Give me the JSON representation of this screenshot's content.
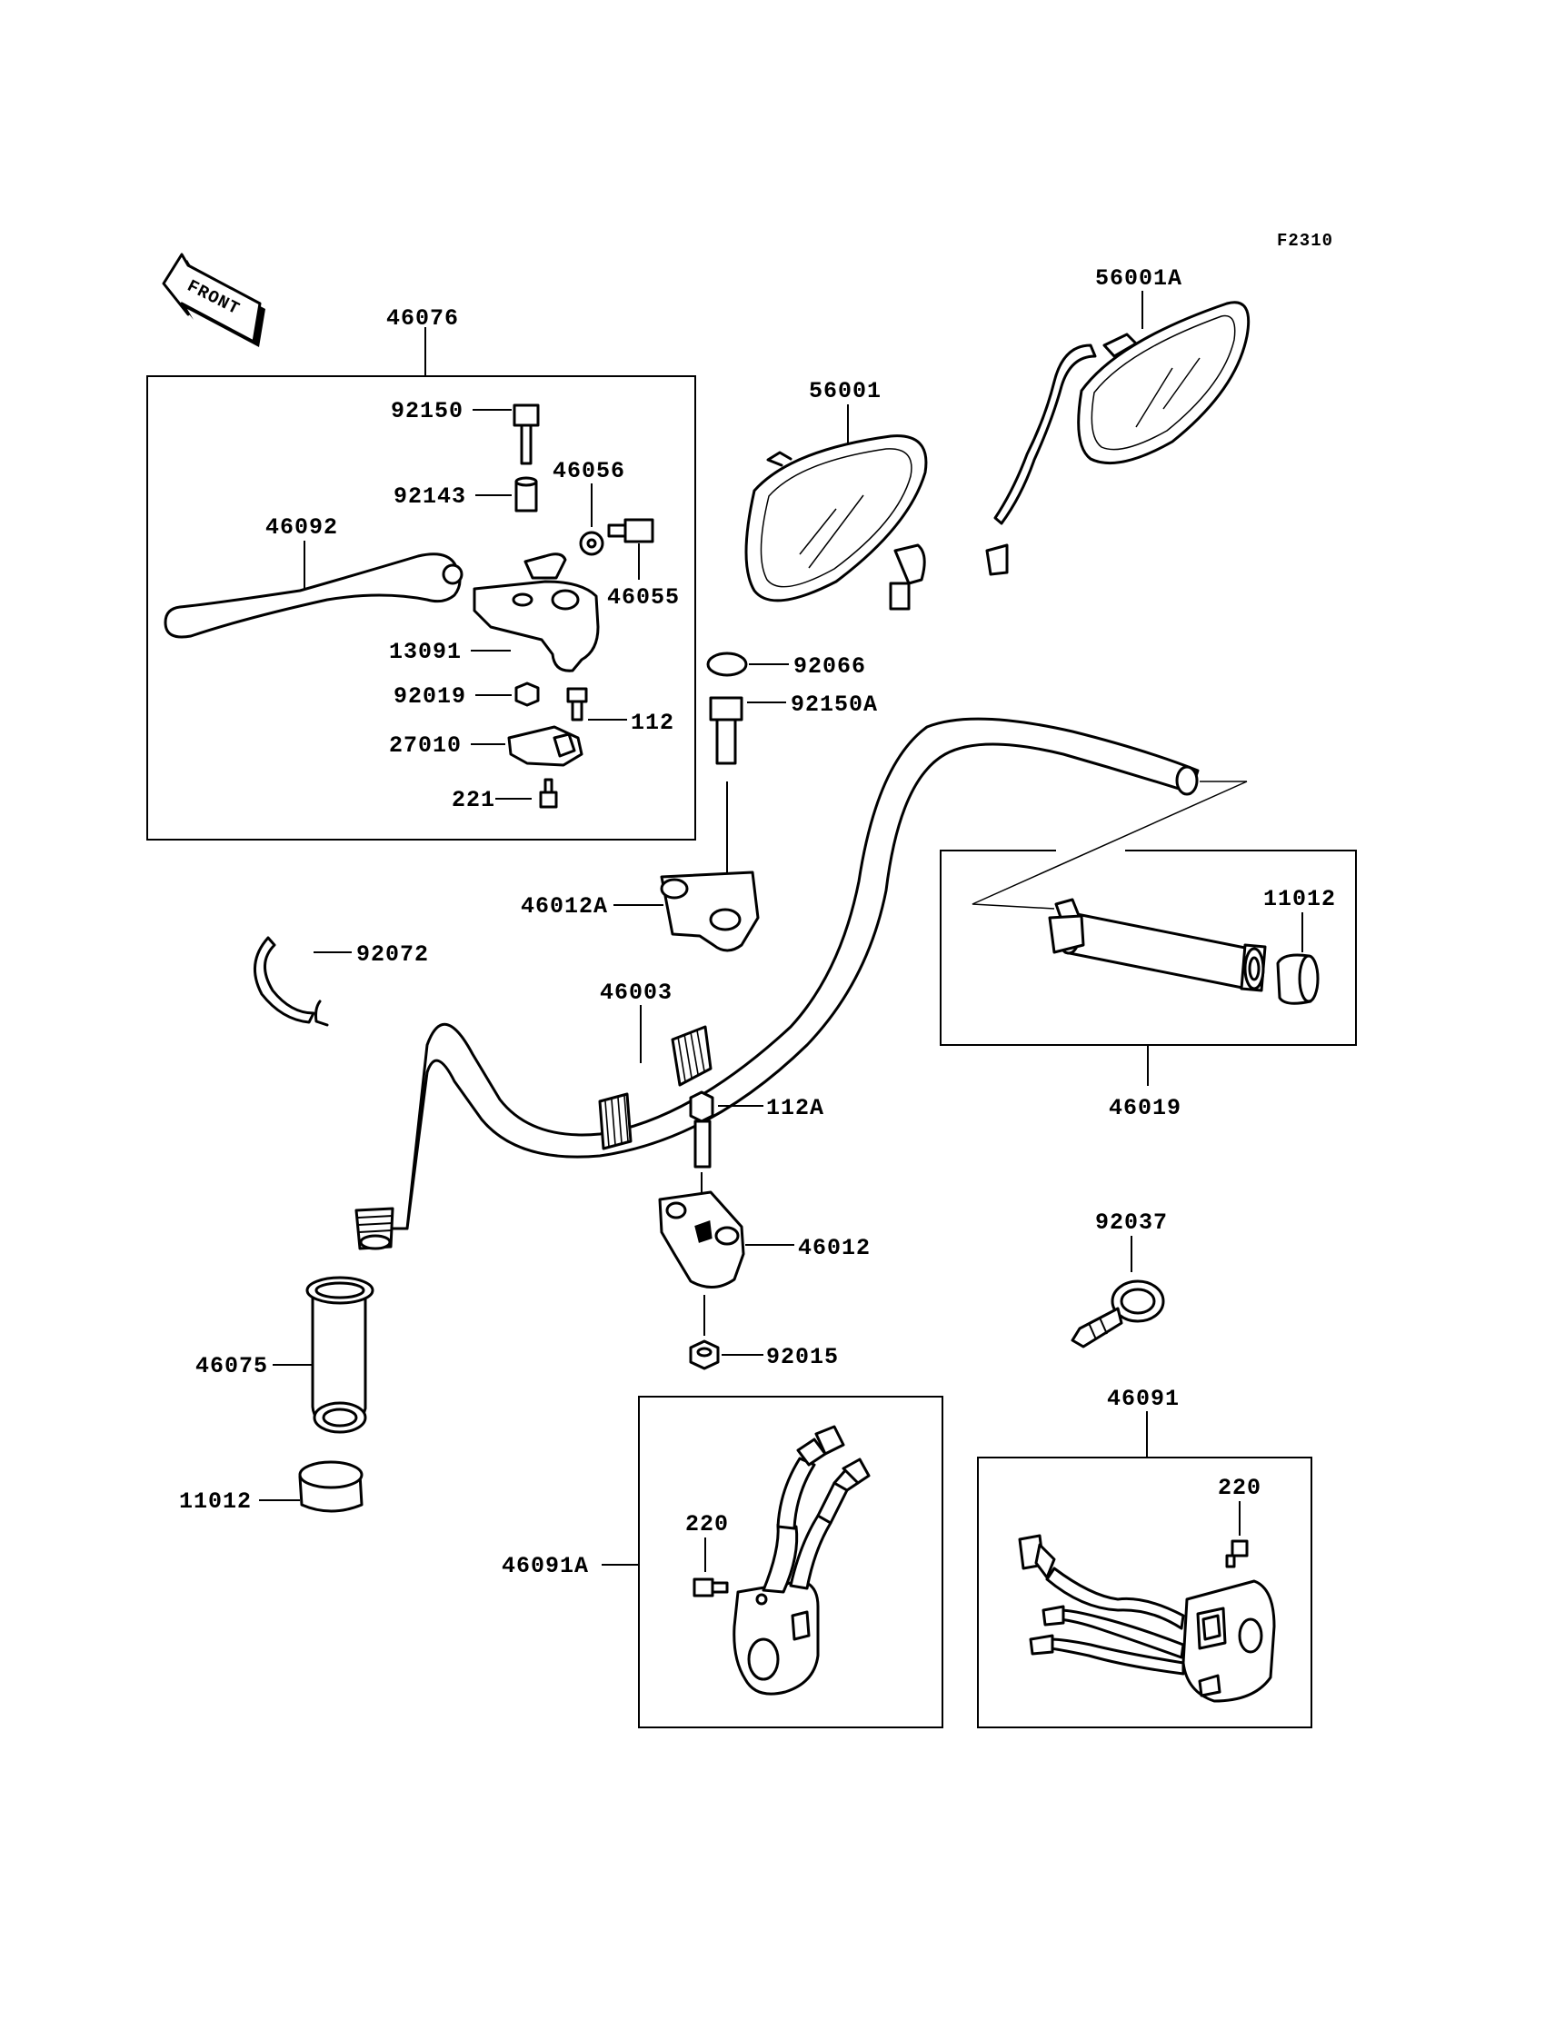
{
  "figure_code": "F2310",
  "front_arrow_text": "FRONT",
  "labels": {
    "p46076": "46076",
    "p92150": "92150",
    "p92143": "92143",
    "p46056": "46056",
    "p46092": "46092",
    "p46055": "46055",
    "p13091": "13091",
    "p92019": "92019",
    "p112": "112",
    "p27010": "27010",
    "p221": "221",
    "p56001": "56001",
    "p56001A": "56001A",
    "p92066": "92066",
    "p92150A": "92150A",
    "p46012A": "46012A",
    "p92072": "92072",
    "p46003": "46003",
    "p11012_right": "11012",
    "p46019": "46019",
    "p112A": "112A",
    "p46012": "46012",
    "p92037": "92037",
    "p92015": "92015",
    "p46075": "46075",
    "p11012_left": "11012",
    "p46091": "46091",
    "p220_left": "220",
    "p46091A": "46091A",
    "p220_right": "220"
  }
}
